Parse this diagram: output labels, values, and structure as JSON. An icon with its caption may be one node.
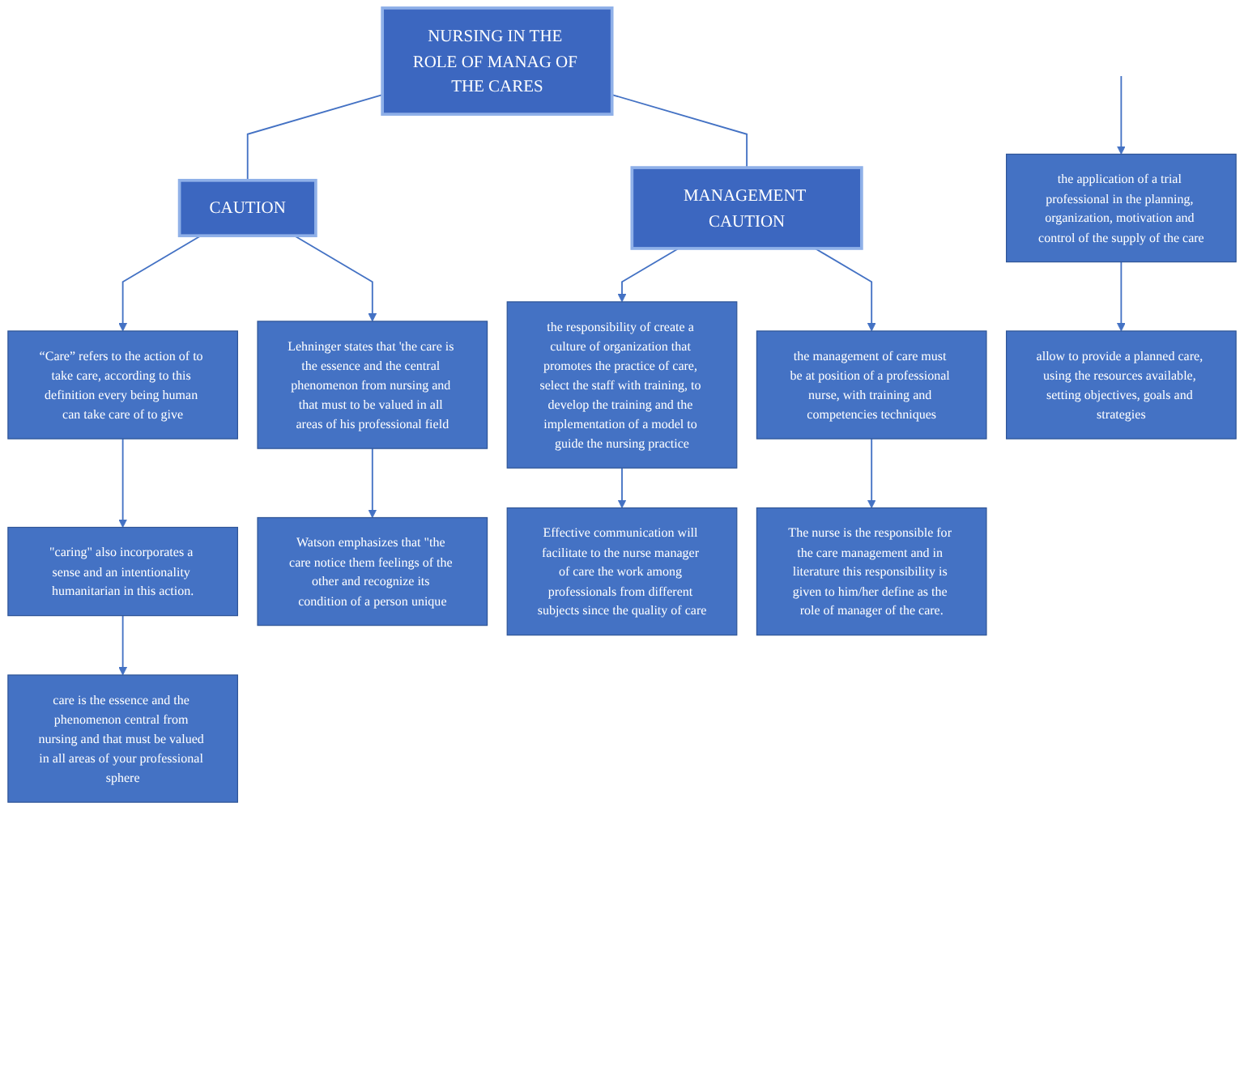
{
  "diagram": {
    "nodes": [
      {
        "text": [
          "NURSING IN THE ROLE OF MANAG OF THE CARES"
        ]
      },
      {
        "text": [
          "CAUTION"
        ]
      },
      {
        "text": [
          "“Care” refers to the action of to take care, according to this definition every being human can take care of to give"
        ]
      },
      {
        "text": [
          "Lehninger states that 'the care is the essence and the central phenomenon from nursing and that must to be valued in all areas of his professional field"
        ]
      },
      {
        "text": [
          "\"caring\" also incorporates a sense and an intentionality humanitarian in this action."
        ]
      },
      {
        "text": [
          "Watson emphasizes that \"the care notice them feelings of the other and recognize its condition of a person unique"
        ]
      },
      {
        "text": [
          "care is the essence and the phenomenon central from nursing and that must be valued in all areas of your professional sphere"
        ]
      },
      {
        "text": [
          "MANAGEMENT CAUTION"
        ]
      },
      {
        "text": [
          "the application of a trial professional in the planning, organization, motivation and control of the supply of the care"
        ]
      },
      {
        "text": [
          "the responsibility of create a culture of organization that promotes the practice of care, select the staff with training, to develop the training and the implementation of a model to guide the nursing practice"
        ]
      },
      {
        "text": [
          "the management of care must be at position of a professional nurse, with training and competencies techniques"
        ]
      },
      {
        "text": [
          "allow to provide a planned care, using the resources available, setting objectives, goals and strategies"
        ]
      },
      {
        "text": [
          "Effective communication will facilitate to the nurse manager of care the work among professionals from different subjects since the quality of care"
        ]
      },
      {
        "text": [
          "The nurse is the responsible for the care management and in literature this responsibility is given to him/her define as the role of manager of the care."
        ]
      }
    ],
    "edges": [
      {
        "from": 0,
        "to": 1,
        "arrow": "none"
      },
      {
        "from": 0,
        "to": 7,
        "arrow": "none"
      },
      {
        "from": 1,
        "to": 2,
        "arrow": "to"
      },
      {
        "from": 1,
        "to": 3,
        "arrow": "to"
      },
      {
        "from": 2,
        "to": 4,
        "arrow": "to"
      },
      {
        "from": 3,
        "to": 5,
        "arrow": "to"
      },
      {
        "from": 4,
        "to": 6,
        "arrow": "to"
      },
      {
        "from": null,
        "to": 8,
        "arrow": "to"
      },
      {
        "from": 7,
        "to": 9,
        "arrow": "to"
      },
      {
        "from": 7,
        "to": 10,
        "arrow": "to"
      },
      {
        "from": 8,
        "to": 11,
        "arrow": "to"
      },
      {
        "from": 9,
        "to": 12,
        "arrow": "to"
      },
      {
        "from": 10,
        "to": 13,
        "arrow": "to"
      }
    ]
  }
}
